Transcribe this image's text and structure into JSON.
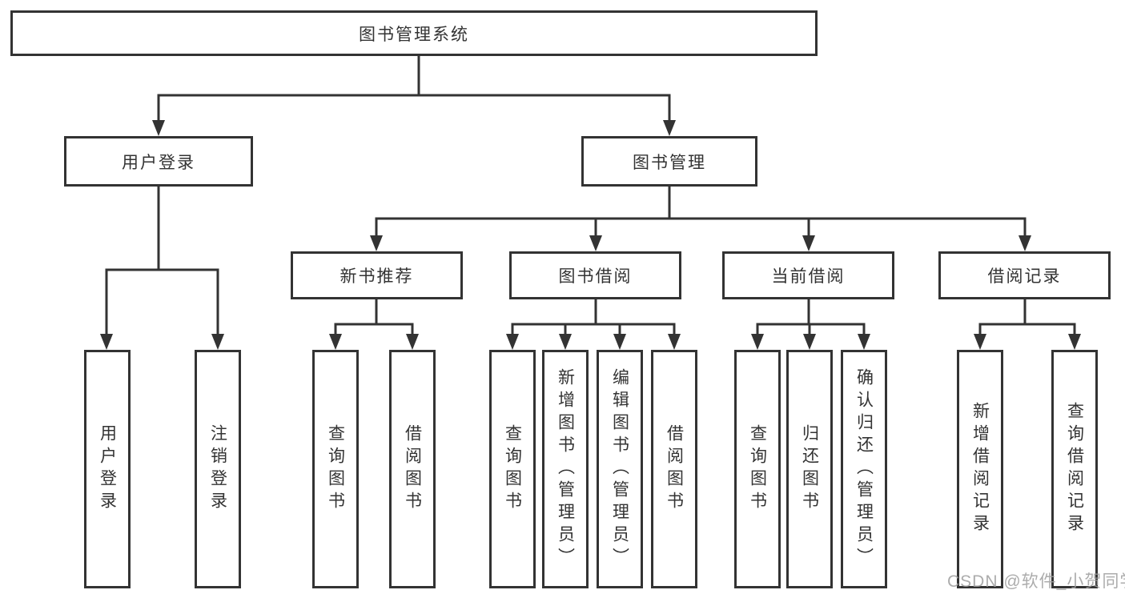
{
  "background": "#ffffff",
  "line_color": "#333333",
  "text_color": "#333333",
  "watermark": "CSDN @软件_小贺同学",
  "tree": {
    "label": "图书管理系统",
    "children": [
      {
        "label": "用户登录",
        "children": [
          {
            "label": "用户登录"
          },
          {
            "label": "注销登录"
          }
        ]
      },
      {
        "label": "图书管理",
        "children": [
          {
            "label": "新书推荐",
            "children": [
              {
                "label": "查询图书"
              },
              {
                "label": "借阅图书"
              }
            ]
          },
          {
            "label": "图书借阅",
            "children": [
              {
                "label": "查询图书"
              },
              {
                "label": "新增图书（管理员）"
              },
              {
                "label": "编辑图书（管理员）"
              },
              {
                "label": "借阅图书"
              }
            ]
          },
          {
            "label": "当前借阅",
            "children": [
              {
                "label": "查询图书"
              },
              {
                "label": "归还图书"
              },
              {
                "label": "确认归还（管理员）"
              }
            ]
          },
          {
            "label": "借阅记录",
            "children": [
              {
                "label": "新增借阅记录"
              },
              {
                "label": "查询借阅记录"
              }
            ]
          }
        ]
      }
    ]
  }
}
